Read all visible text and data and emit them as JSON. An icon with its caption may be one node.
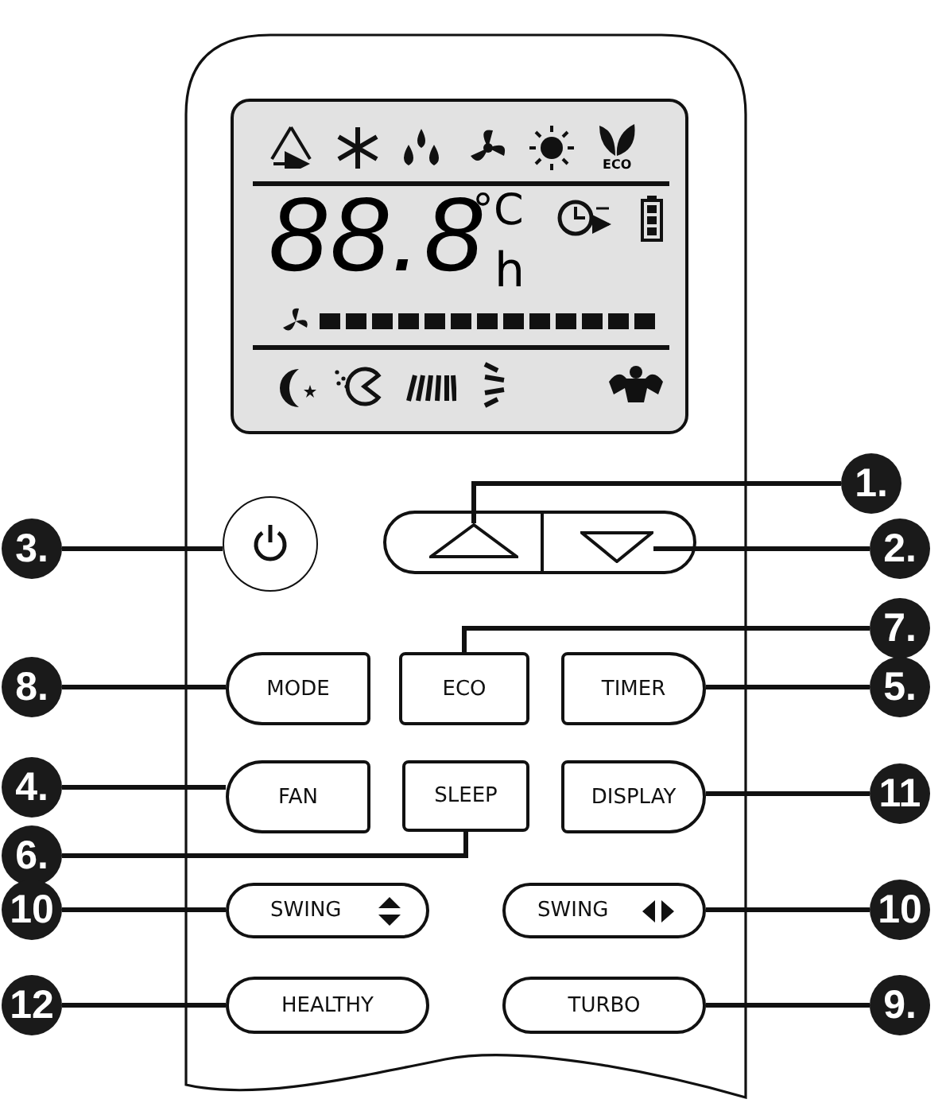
{
  "diagram": {
    "nodes": [
      {
        "text": [
          "ECO",
          "88.8",
          "°C",
          "h"
        ]
      },
      {
        "text": [
          "1."
        ]
      },
      {
        "text": [
          "3."
        ]
      },
      {
        "text": [],
        "shape": "circle"
      },
      {
        "text": [],
        "shape": "triangle"
      },
      {
        "text": [],
        "shape": "triangle"
      },
      {
        "text": [
          "2."
        ]
      },
      {
        "text": [
          "7."
        ]
      },
      {
        "text": [
          "8."
        ]
      },
      {
        "text": [
          "MODE"
        ]
      },
      {
        "text": [
          "ECO"
        ]
      },
      {
        "text": [
          "TIMER"
        ]
      },
      {
        "text": [
          "5."
        ]
      },
      {
        "text": [
          "4."
        ]
      },
      {
        "text": [
          "FAN"
        ]
      },
      {
        "text": [
          "SLEEP"
        ]
      },
      {
        "text": [
          "DISPLAY"
        ]
      },
      {
        "text": [
          "11"
        ]
      },
      {
        "text": [
          "6."
        ]
      },
      {
        "text": [
          "10"
        ]
      },
      {
        "text": [
          "SWING"
        ]
      },
      {
        "text": [
          "SWING"
        ]
      },
      {
        "text": [
          "10"
        ]
      },
      {
        "text": [
          "12"
        ]
      },
      {
        "text": [
          "HEALTHY"
        ]
      },
      {
        "text": [
          "TURBO"
        ]
      },
      {
        "text": [
          "9."
        ]
      }
    ],
    "edges": [
      {
        "from": 1,
        "to": 4,
        "arrow": "none"
      },
      {
        "from": 2,
        "to": 3,
        "arrow": "none"
      },
      {
        "from": 6,
        "to": 5,
        "arrow": "none"
      },
      {
        "from": 7,
        "to": 10,
        "arrow": "none"
      },
      {
        "from": 8,
        "to": 9,
        "arrow": "none"
      },
      {
        "from": 12,
        "to": 11,
        "arrow": "none"
      },
      {
        "from": 13,
        "to": 14,
        "arrow": "none"
      },
      {
        "from": 18,
        "to": 15,
        "arrow": "none"
      },
      {
        "from": 17,
        "to": 16,
        "arrow": "none"
      },
      {
        "from": 19,
        "to": 20,
        "arrow": "none"
      },
      {
        "from": 22,
        "to": 21,
        "arrow": "none"
      },
      {
        "from": 23,
        "to": 24,
        "arrow": "none"
      },
      {
        "from": 26,
        "to": 25,
        "arrow": "none"
      }
    ]
  }
}
